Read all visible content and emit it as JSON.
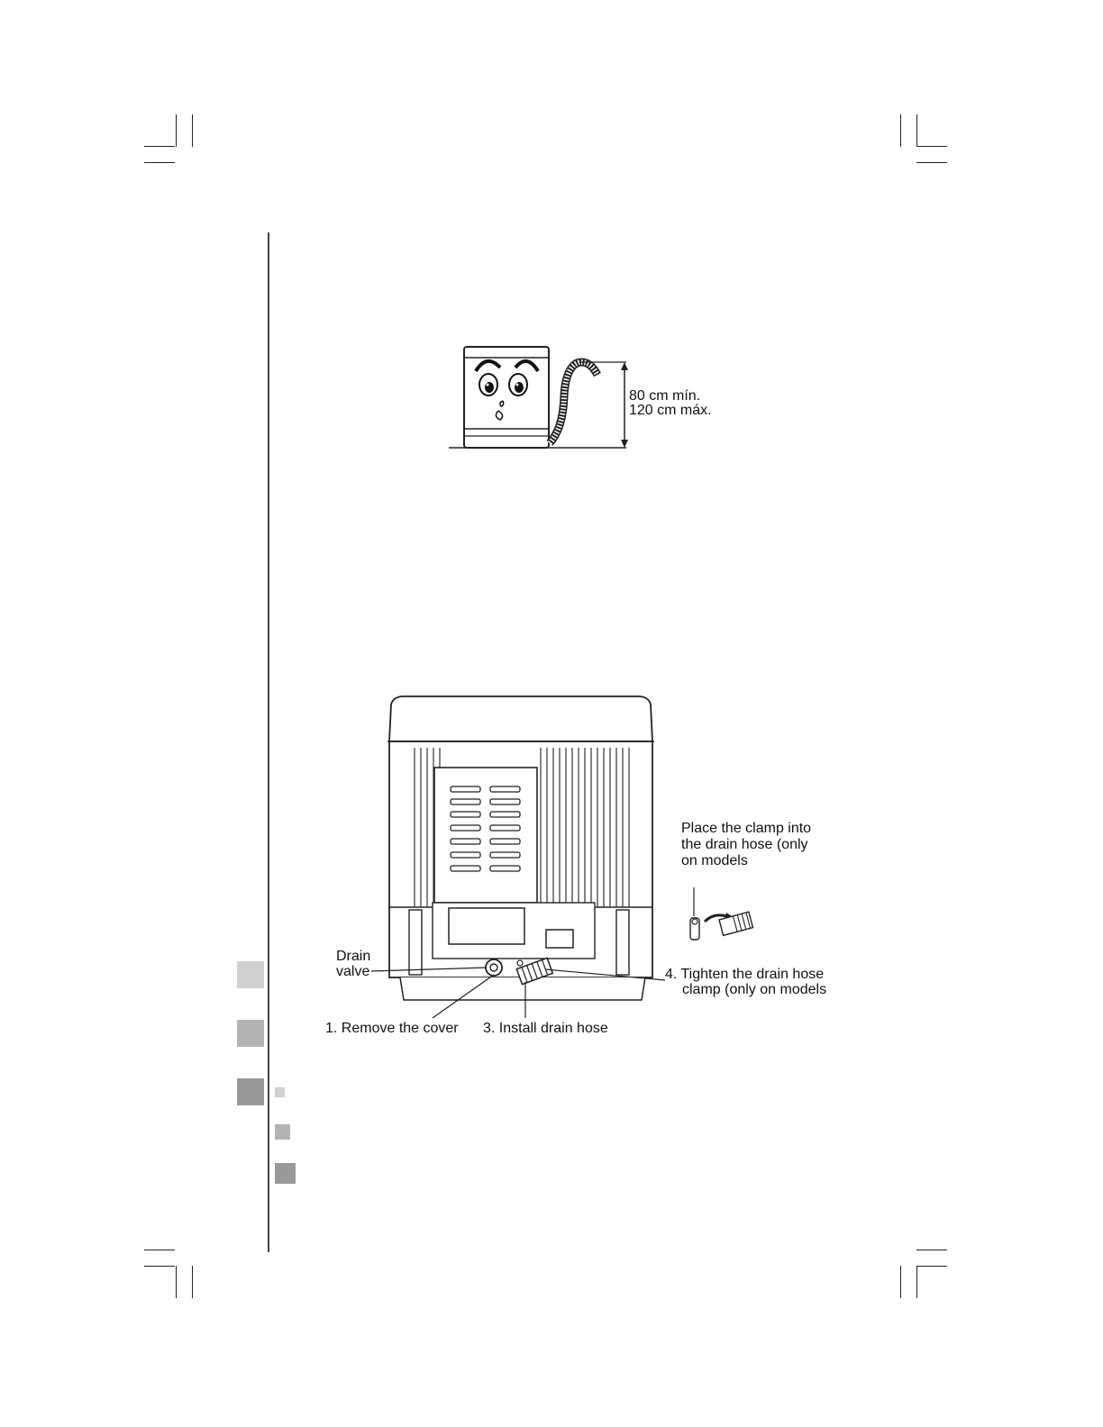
{
  "height_figure": {
    "height_min": "80 cm mín.",
    "height_max": "120 cm máx."
  },
  "drain_figure": {
    "clamp_note": [
      "Place the clamp into",
      "the drain hose (only",
      "on models"
    ],
    "drain_valve": [
      "Drain",
      "valve"
    ],
    "step_1": "1. Remove the cover",
    "step_3": "3. Install drain hose",
    "step_4": [
      "4. Tighten the drain hose",
      "clamp (only on models"
    ]
  },
  "side_tabs": [
    {
      "color": "#d0d0d0"
    },
    {
      "color": "#b3b3b3"
    },
    {
      "color": "#999999"
    }
  ],
  "level_markers": [
    {
      "color": "#d0d0d0"
    },
    {
      "color": "#b3b3b3"
    },
    {
      "color": "#999999"
    }
  ]
}
